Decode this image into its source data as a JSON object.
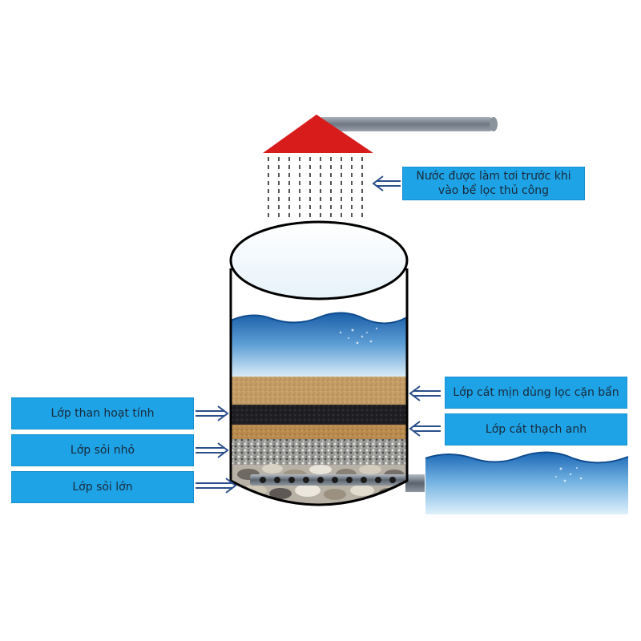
{
  "labels": {
    "top_line1": "Nước được làm tơi trước khi",
    "top_line2": "vào bể lọc thủ công",
    "fine_sand": "Lớp cát mịn dùng lọc cặn bẩn",
    "quartz_sand": "Lớp cát thạch anh",
    "activated_carbon": "Lớp than hoạt tính",
    "small_gravel": "Lớp sỏi nhỏ",
    "large_gravel": "Lớp sỏi lớn"
  },
  "colors": {
    "label_bg": "#1ea3e6",
    "roof": "#d81c1c",
    "pipe": "#7e8794",
    "water_top": "#1f6fb5",
    "fine_sand": "#c19a62",
    "carbon": "#1d1d1f",
    "quartz_sand": "#bb8c4e",
    "arrow": "#2b4e8c"
  },
  "icons": {
    "arrow": "double-line-arrow-icon",
    "shower": "shower-head-icon",
    "pipe": "pipe-icon"
  }
}
